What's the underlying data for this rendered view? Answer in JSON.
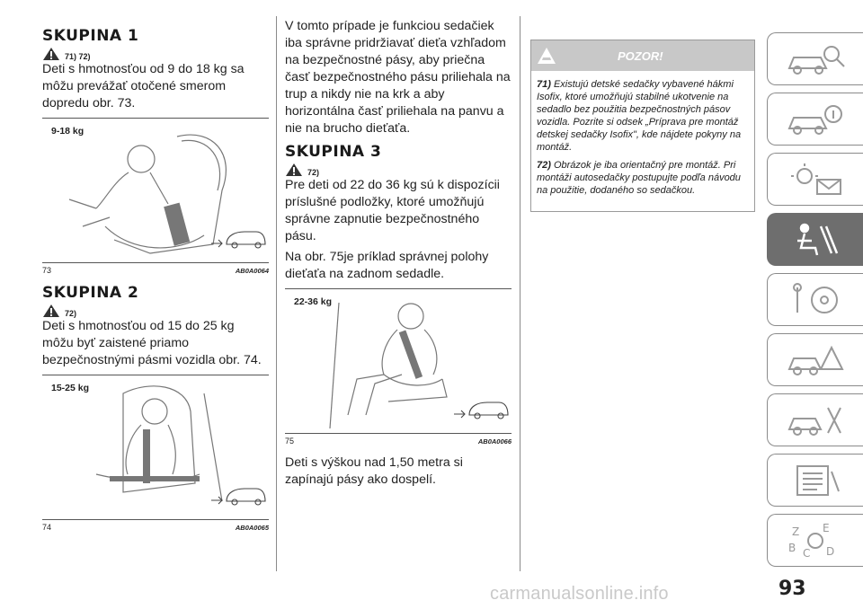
{
  "column1": {
    "section1": {
      "heading": "SKUPINA 1",
      "warning_refs": "71) 72)",
      "text": "Deti s hmotnosťou od 9 do 18 kg sa môžu prevážať otočené smerom dopredu obr. 73."
    },
    "figure73": {
      "weight_label": "9-18 kg",
      "number": "73",
      "code": "AB0A0064"
    },
    "section2": {
      "heading": "SKUPINA 2",
      "warning_refs": "72)",
      "text": "Deti s hmotnosťou od 15 do 25 kg môžu byť zaistené priamo bezpečnostnými pásmi vozidla obr. 74."
    },
    "figure74": {
      "weight_label": "15-25 kg",
      "number": "74",
      "code": "AB0A0065"
    }
  },
  "column2": {
    "para1": "V tomto prípade je funkciou sedačiek iba správne pridržiavať dieťa vzhľadom na bezpečnostné pásy, aby priečna časť bezpečnostného pásu priliehala na trup a nikdy nie na krk a aby horizontálna časť priliehala na panvu a nie na brucho dieťaťa.",
    "section3": {
      "heading": "SKUPINA 3",
      "warning_refs": "72)",
      "text1": "Pre deti od 22 do 36 kg sú k dispozícii príslušné podložky, ktoré umožňujú správne zapnutie bezpečnostného pásu.",
      "text2": "Na obr. 75je príklad správnej polohy dieťaťa na zadnom sedadle."
    },
    "figure75": {
      "weight_label": "22-36 kg",
      "number": "75",
      "code": "AB0A0066"
    },
    "para_last": "Deti s výškou nad 1,50 metra si zapínajú pásy ako dospelí."
  },
  "warning_box": {
    "title": "POZOR!",
    "items": [
      {
        "num": "71)",
        "text": "Existujú detské sedačky vybavené hákmi Isofix, ktoré umožňujú stabilné ukotvenie na sedadlo bez použitia bezpečnostných pásov vozidla. Pozrite si odsek „Príprava pre montáž detskej sedačky Isofix\", kde nájdete pokyny na montáž."
      },
      {
        "num": "72)",
        "text": "Obrázok je iba orientačný pre montáž. Pri montáži autosedačky postupujte podľa návodu na použitie, dodaného so sedačkou."
      }
    ]
  },
  "sidebar_tabs": [
    {
      "icon": "car-search-icon",
      "active": false
    },
    {
      "icon": "car-info-icon",
      "active": false
    },
    {
      "icon": "warning-light-message-icon",
      "active": false
    },
    {
      "icon": "seat-airbag-icon",
      "active": true
    },
    {
      "icon": "key-steering-wheel-icon",
      "active": false
    },
    {
      "icon": "road-warning-icon",
      "active": false
    },
    {
      "icon": "car-service-tools-icon",
      "active": false
    },
    {
      "icon": "technical-data-list-icon",
      "active": false
    },
    {
      "icon": "alphabetical-index-icon",
      "active": false
    }
  ],
  "page_number": "93",
  "watermark": "carmanualsonline.info",
  "colors": {
    "active_tab": "#6e6e6e",
    "warning_header": "#c8c8c8"
  }
}
